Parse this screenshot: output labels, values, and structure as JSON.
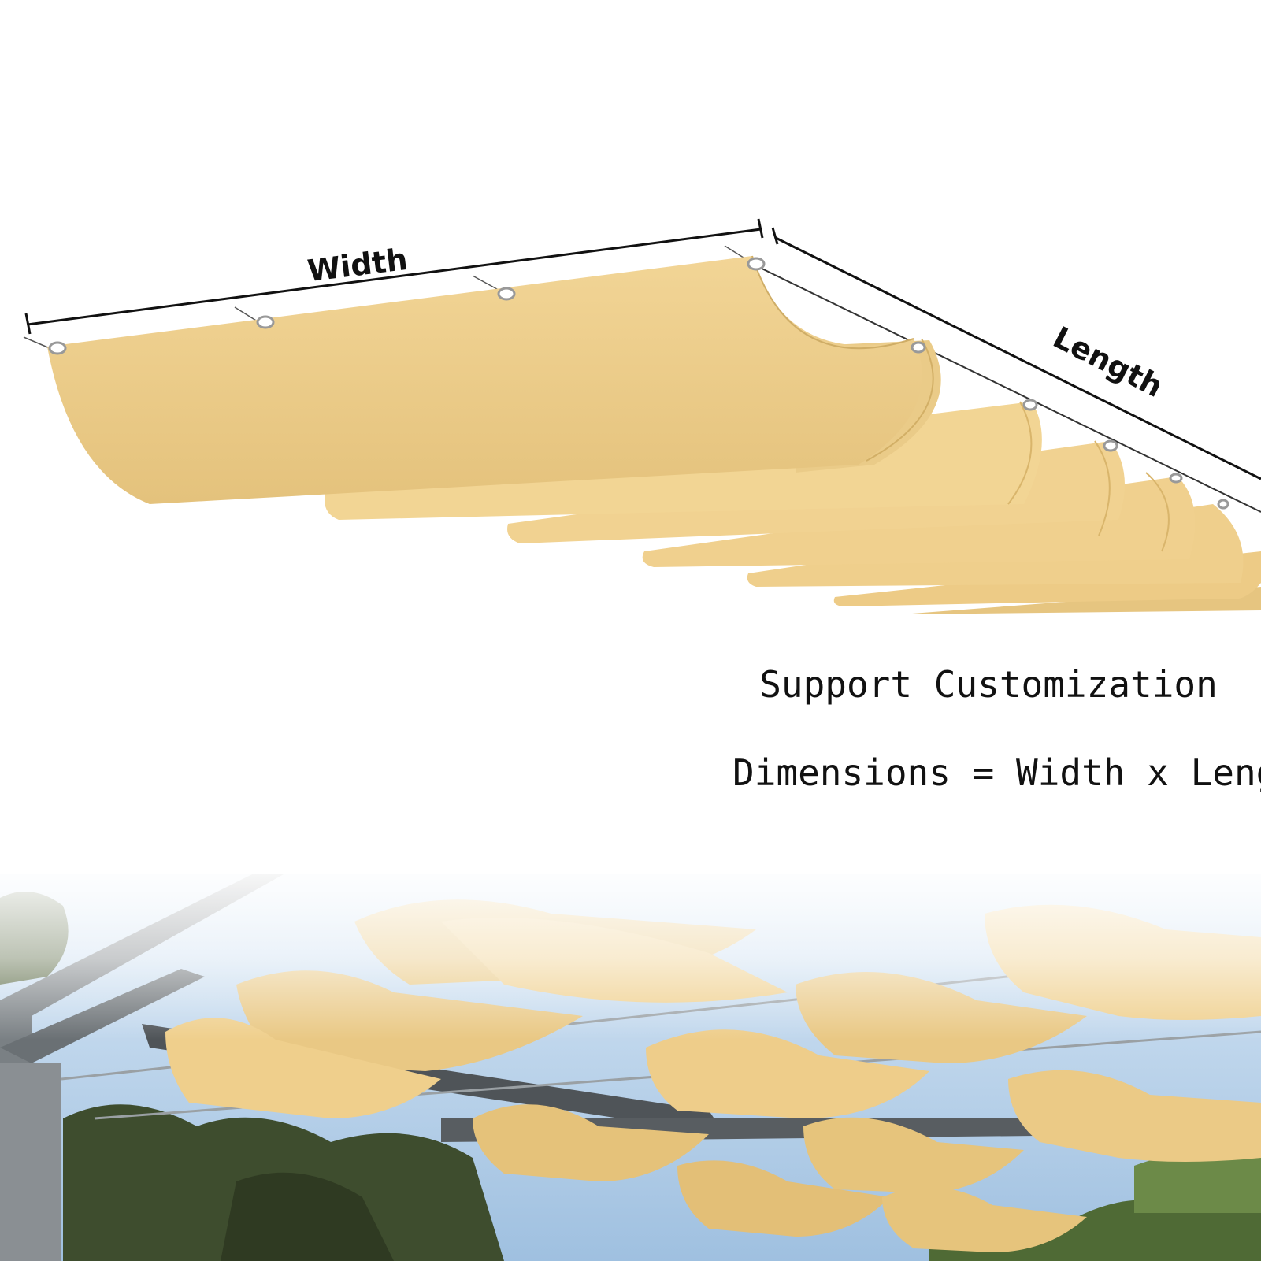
{
  "labels": {
    "width": "Width",
    "length": "Length"
  },
  "captions": {
    "line1": "Support Customization",
    "line2": "Dimensions = Width x Length"
  },
  "colors": {
    "canopy": "#EFCF8C",
    "canopy_shade": "#D9B56B",
    "frame": "#5E6367",
    "sky": "#BBD6EE"
  }
}
